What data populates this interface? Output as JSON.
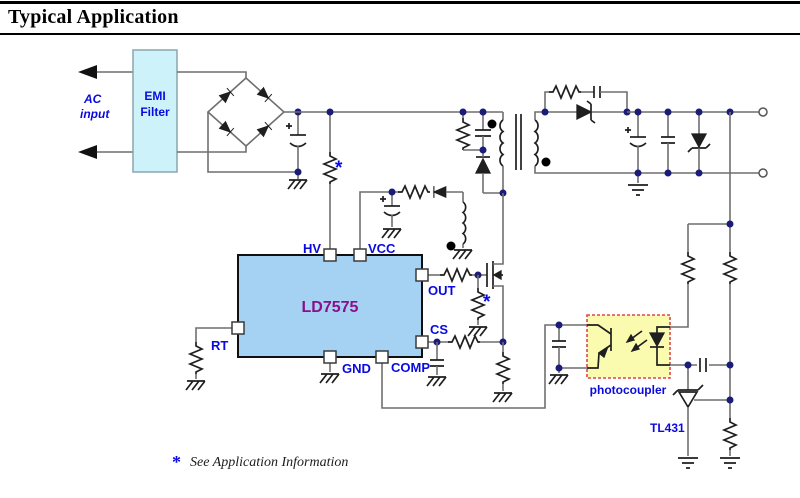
{
  "header": {
    "title": "Typical Application"
  },
  "labels": {
    "ac_line1": "AC",
    "ac_line2": "input",
    "emi_line1": "EMI",
    "emi_line2": "Filter",
    "ic_name": "LD7575",
    "pin_hv": "HV",
    "pin_vcc": "VCC",
    "pin_out": "OUT",
    "pin_cs": "CS",
    "pin_rt": "RT",
    "pin_gnd": "GND",
    "pin_comp": "COMP",
    "photocoupler": "photocoupler",
    "tl431": "TL431",
    "asterisk": "*",
    "footnote_star": "*",
    "footnote_text": "See Application Information"
  },
  "colors": {
    "label_blue": "#0a0ae0",
    "ic_text_purple": "#8a0f8a",
    "ic_fill": "#a5d2f2",
    "emi_fill": "#cdf2f9",
    "opto_fill": "#fbfbb0",
    "opto_border": "#e04545",
    "wire_gray": "#6f6f6f",
    "junction_navy": "#1b1b78"
  }
}
